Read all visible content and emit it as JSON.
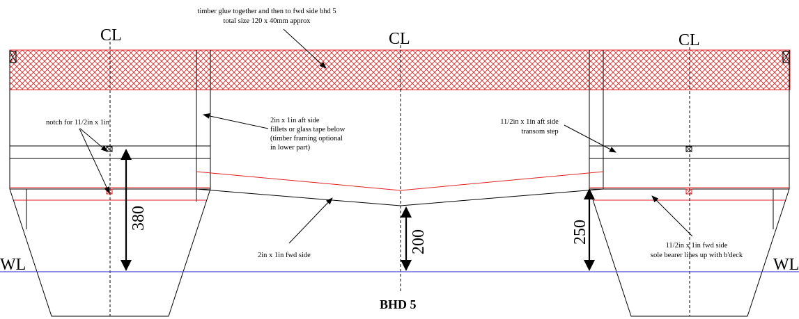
{
  "labels": {
    "cl_left": "CL",
    "cl_center": "CL",
    "cl_right": "CL",
    "wl_left": "WL",
    "wl_right": "WL",
    "title": "BHD 5",
    "dim_380": "380",
    "dim_200": "200",
    "dim_250": "250"
  },
  "notes": {
    "glue_line1": "timber glue together and then to fwd side bhd 5",
    "glue_line2": "total size 120 x 40mm approx",
    "notch": "notch for 11/2in x 1in",
    "aft_line1": "2in x 1in aft side",
    "aft_line2": "fillets or glass tape below",
    "aft_line3": "(timber framing optional",
    "aft_line4": "in lower part)",
    "transom_line1": "11/2in x 1in aft side",
    "transom_line2": "transom step",
    "fwd_side": "2in x 1in fwd side",
    "sole_line1": "11/2in x 1in fwd side",
    "sole_line2": "sole bearer lines up with b'deck"
  },
  "colors": {
    "line": "#000000",
    "hatch": "#e02020",
    "red_line": "#e02020",
    "waterline": "#4a4ad0"
  }
}
